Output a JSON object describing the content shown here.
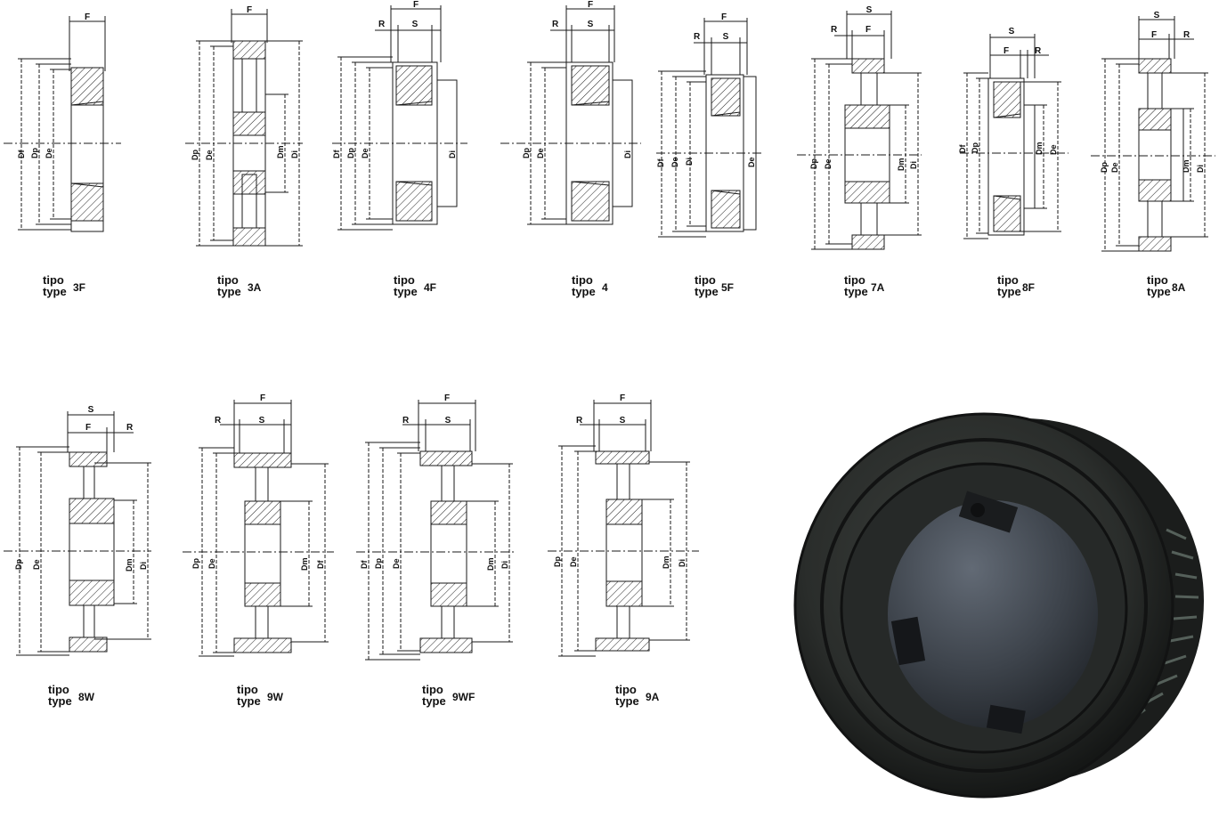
{
  "caption": {
    "word1": "tipo",
    "word2": "type"
  },
  "dim_labels": {
    "F": "F",
    "S": "S",
    "R": "R",
    "Df": "Df",
    "Dp": "Dp",
    "De": "De",
    "Dm": "Dm",
    "Di": "Di"
  },
  "drawings": [
    {
      "code": "3F",
      "id": "3f"
    },
    {
      "code": "3A",
      "id": "3a"
    },
    {
      "code": "4F",
      "id": "4f"
    },
    {
      "code": "4",
      "id": "4"
    },
    {
      "code": "5F",
      "id": "5f"
    },
    {
      "code": "7A",
      "id": "7a"
    },
    {
      "code": "8F",
      "id": "8f"
    },
    {
      "code": "8A",
      "id": "8a"
    },
    {
      "code": "8W",
      "id": "8w"
    },
    {
      "code": "9W",
      "id": "9w"
    },
    {
      "code": "9WF",
      "id": "9wf"
    },
    {
      "code": "9A",
      "id": "9a"
    }
  ],
  "colors": {
    "line": "#1a1a1a",
    "pulley_body": "#2b2e2c",
    "pulley_bore": "#4a4f55"
  }
}
